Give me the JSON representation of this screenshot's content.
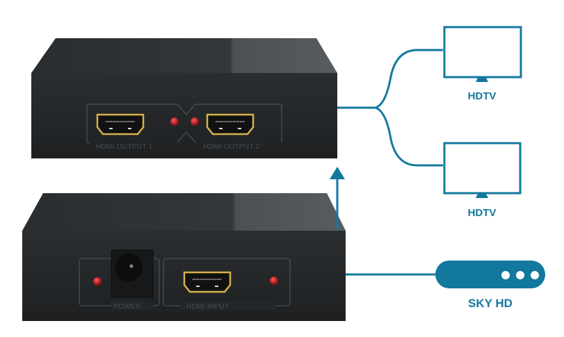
{
  "splitter_outputs": {
    "output1_label": "HDMI OUTPUT 1",
    "output2_label": "HDMI OUTPUT 2"
  },
  "splitter_inputs": {
    "power_label": "POWER",
    "input_label": "HDMI INPUT"
  },
  "displays": [
    {
      "label": "HDTV"
    },
    {
      "label": "HDTV"
    }
  ],
  "source": {
    "label": "SKY HD"
  },
  "colors": {
    "accent": "#13789e",
    "device_body": "#26292b",
    "led": "#b3141a",
    "hdmi_gold": "#d8b24a"
  }
}
